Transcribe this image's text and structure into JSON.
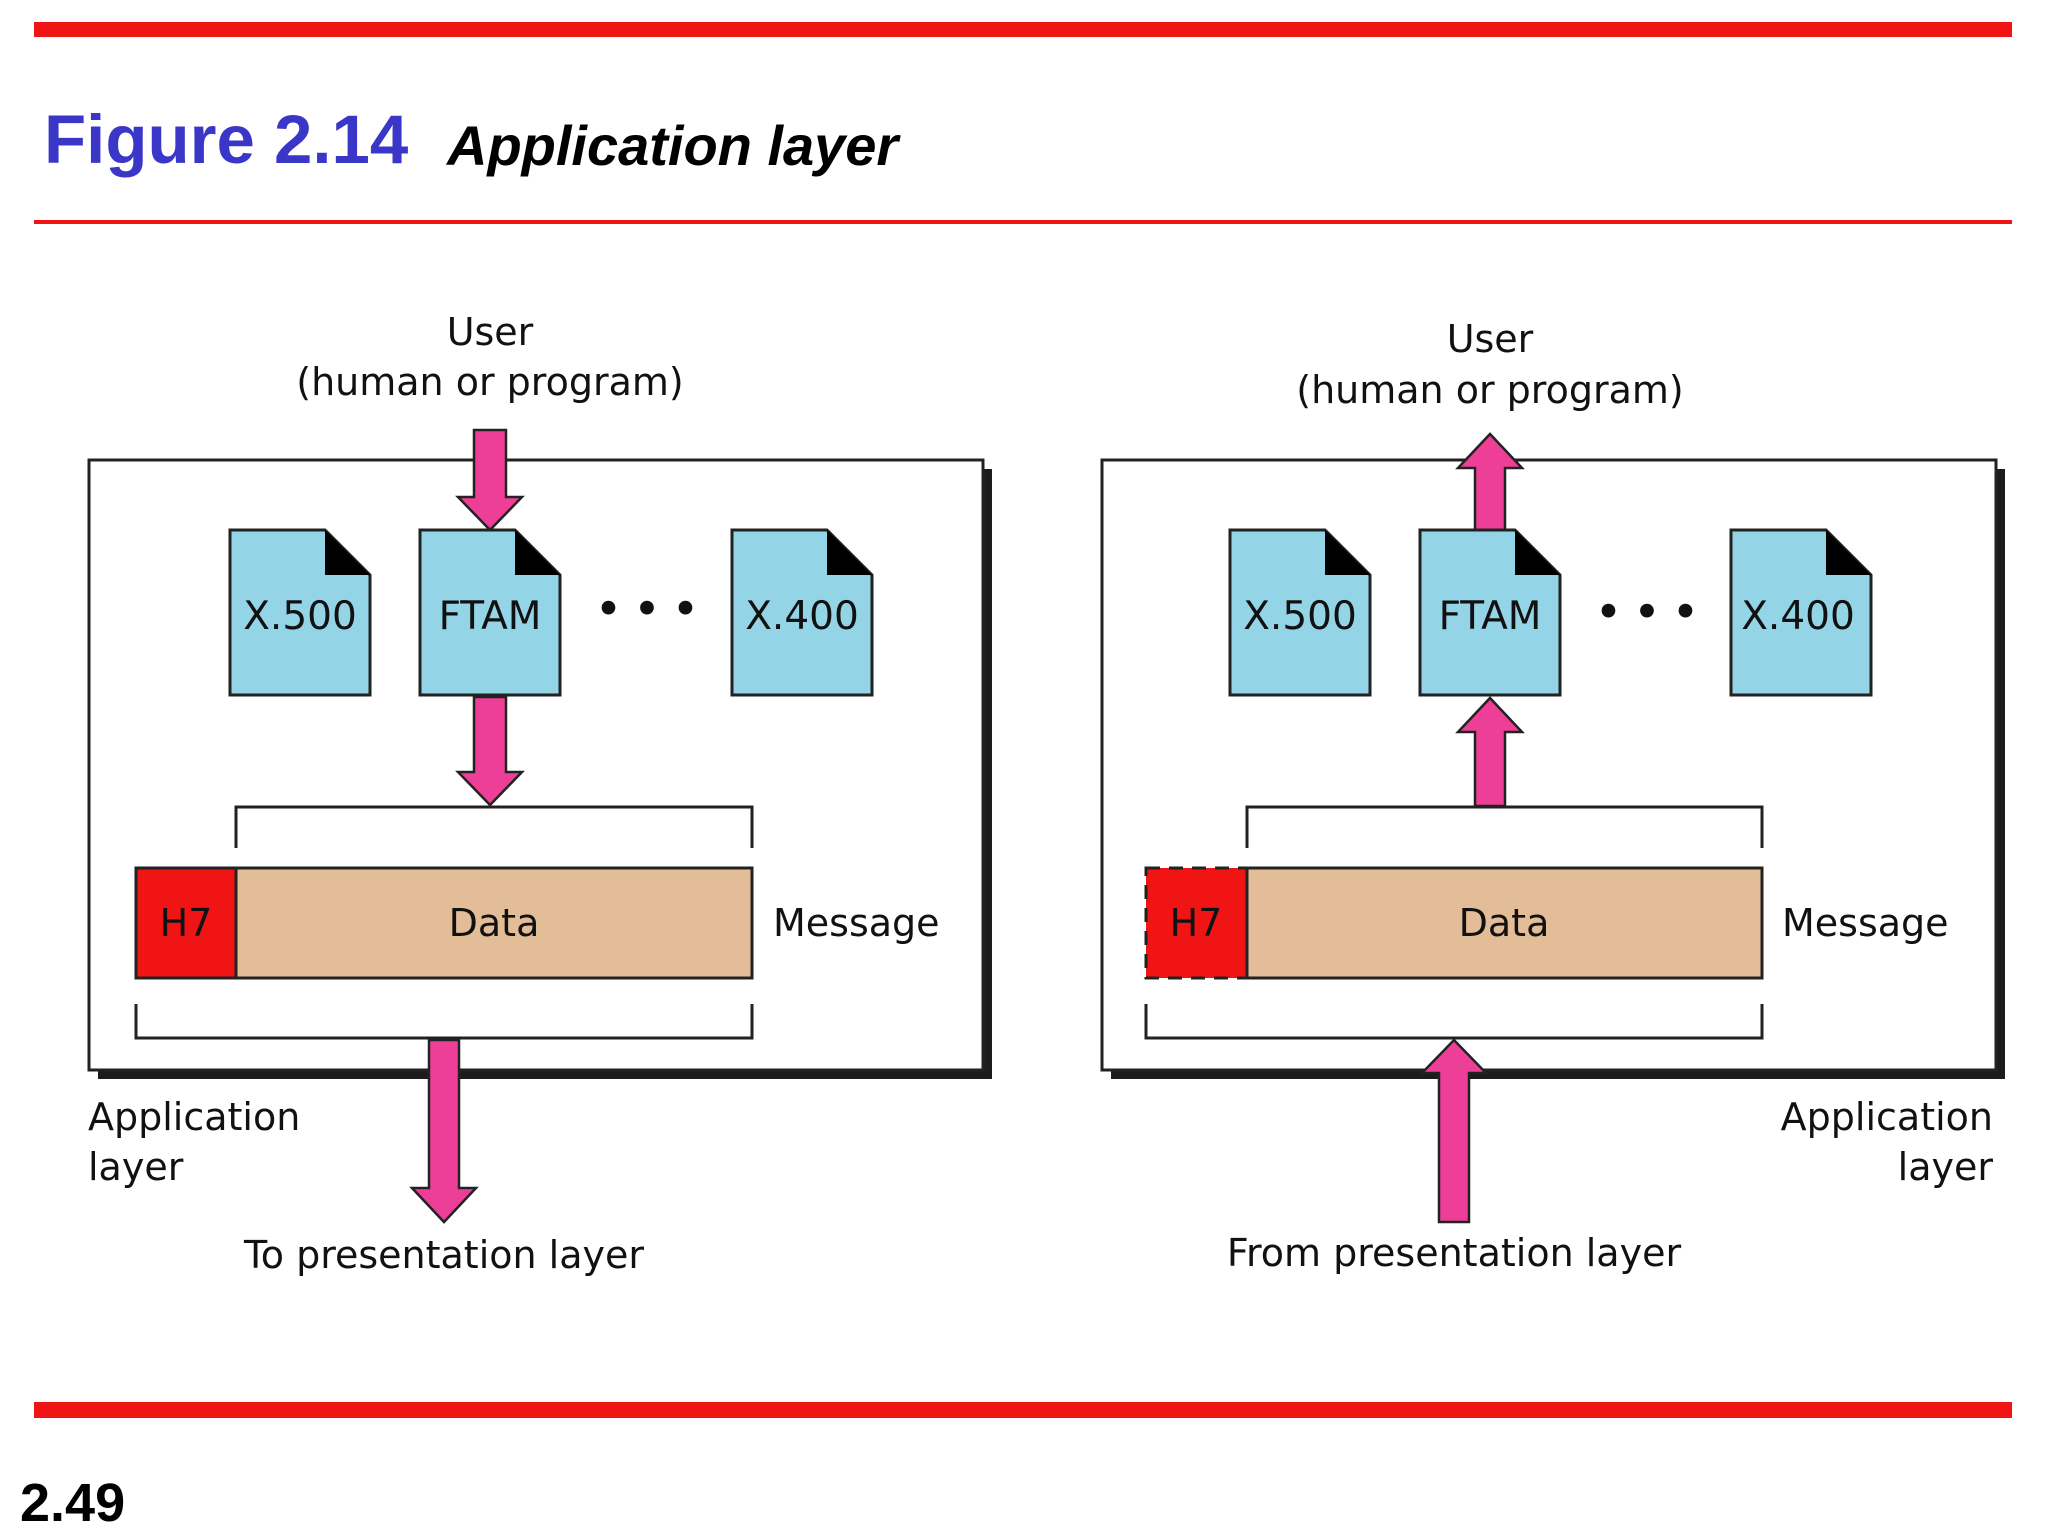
{
  "colors": {
    "rule": "#f01414",
    "title_number": "#3a37c8",
    "arrow": "#ee3f98",
    "document": "#93d4e6",
    "header": "#f01414",
    "data": "#e3bc98",
    "frame_shadow": "#1c1c1c"
  },
  "header": {
    "figure_number": "Figure 2.14",
    "title": "Application layer"
  },
  "footer": {
    "page_number": "2.49"
  },
  "diagram": {
    "sender": {
      "user_line1": "User",
      "user_line2": "(human or program)",
      "services": [
        "X.500",
        "FTAM",
        "X.400"
      ],
      "ellipsis": "• • •",
      "header_label": "H7",
      "data_label": "Data",
      "message_label": "Message",
      "layer_line1": "Application",
      "layer_line2": "layer",
      "bottom_label": "To presentation layer",
      "flow": "down"
    },
    "receiver": {
      "user_line1": "User",
      "user_line2": "(human or program)",
      "services": [
        "X.500",
        "FTAM",
        "X.400"
      ],
      "ellipsis": "• • •",
      "header_label": "H7",
      "data_label": "Data",
      "message_label": "Message",
      "layer_line1": "Application",
      "layer_line2": "layer",
      "bottom_label": "From presentation layer",
      "flow": "up"
    }
  }
}
